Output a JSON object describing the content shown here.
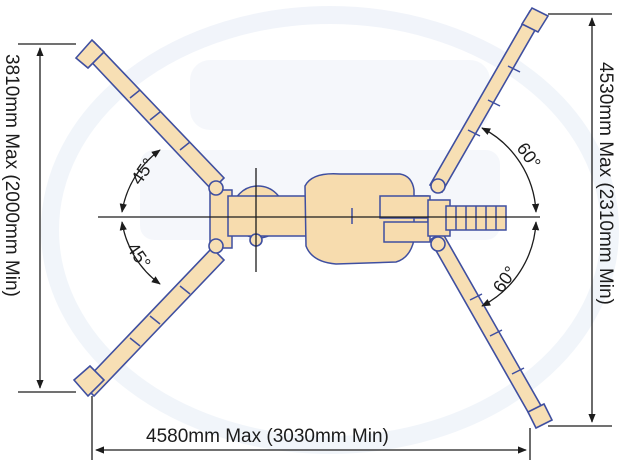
{
  "dimensions": {
    "left": "3810mm Max (2000mm Min)",
    "right": "4530mm Max (2310mm Min)",
    "bottom": "4580mm Max (3030mm Min)"
  },
  "angles": {
    "upper_left": "45°",
    "lower_left": "45°",
    "upper_right": "60°",
    "lower_right": "60°"
  },
  "colors": {
    "outline": "#3f4fa0",
    "body_fill": "#f7dcae",
    "dimension_line": "#1c1c1c",
    "watermark": "#e6ecf6"
  }
}
